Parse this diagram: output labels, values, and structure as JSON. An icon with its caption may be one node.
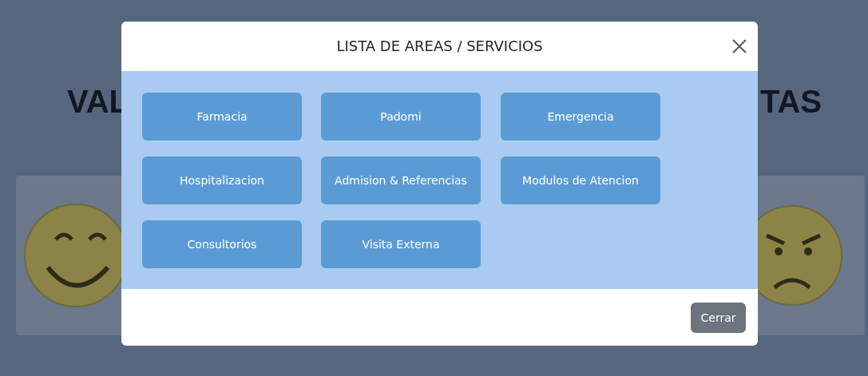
{
  "diagram": {
    "title": "LISTA DE AREAS / SERVICIOS",
    "nodes": [
      {
        "text": [
          "Farmacia"
        ]
      },
      {
        "text": [
          "Padomi"
        ]
      },
      {
        "text": [
          "Emergencia"
        ]
      },
      {
        "text": [
          "Hospitalizacion"
        ]
      },
      {
        "text": [
          "Admision & Referencias"
        ]
      },
      {
        "text": [
          "Modulos de Atencion"
        ]
      },
      {
        "text": [
          "Consultorios"
        ]
      },
      {
        "text": [
          "Visita Externa"
        ]
      },
      {
        "text": [
          "Cerrar"
        ]
      }
    ],
    "edges": [],
    "labels": [
      "VAL",
      "TAS"
    ]
  }
}
